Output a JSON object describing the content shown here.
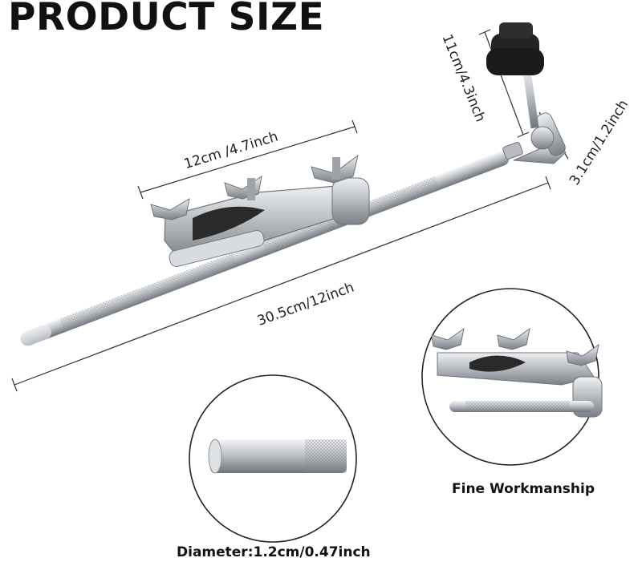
{
  "title": "PRODUCT SIZE",
  "dimensions": {
    "clamp_length": "12cm /4.7inch",
    "arm_length": "30.5cm/12inch",
    "post_height": "11cm/4.3inch",
    "joint_width": "3.1cm/1.2inch"
  },
  "detail_left": {
    "caption": "Diameter:1.2cm/0.47inch"
  },
  "detail_right": {
    "caption": "Fine Workmanship"
  },
  "colors": {
    "metal": "#c9ccd1",
    "metal_dark": "#8d9298",
    "felt": "#1f1f1f",
    "line": "#333333"
  }
}
